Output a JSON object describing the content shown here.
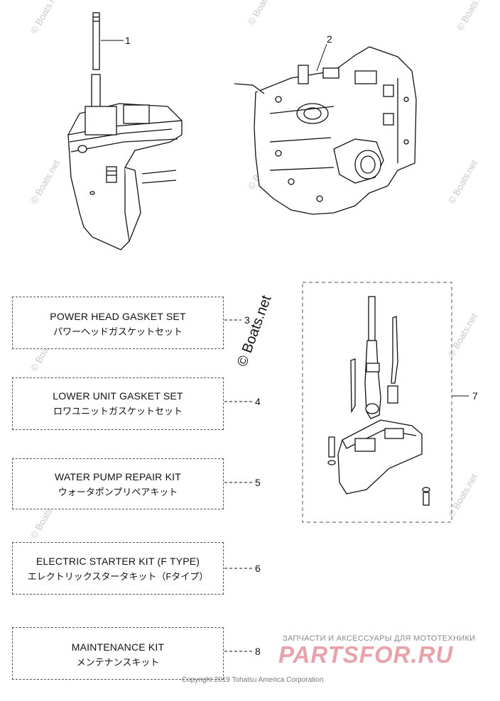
{
  "callouts": [
    "1",
    "2",
    "3",
    "4",
    "5",
    "6",
    "7",
    "8"
  ],
  "kits": [
    {
      "en": "POWER HEAD GASKET SET",
      "jp": "パワーヘッドガスケットセット",
      "num": "3"
    },
    {
      "en": "LOWER UNIT GASKET SET",
      "jp": "ロワユニットガスケットセット",
      "num": "4"
    },
    {
      "en": "WATER PUMP REPAIR KIT",
      "jp": "ウォータポンプリペアキット",
      "num": "5"
    },
    {
      "en": "ELECTRIC STARTER KIT (F TYPE)",
      "jp": "エレクトリックスタータキット（Fタイプ）",
      "num": "6"
    },
    {
      "en": "MAINTENANCE KIT",
      "jp": "メンテナンスキット",
      "num": "8"
    }
  ],
  "watermark": {
    "small": "© Boats.net",
    "center": "© Boats.net"
  },
  "footer": {
    "ru_tagline": "ЗАПЧАСТИ И АКСЕССУАРЫ ДЛЯ МОТОТЕХНИКИ",
    "ru_logo": "PARTSFOR.RU",
    "copyright": "Copyright 2019 Tohatsu America Corporation"
  }
}
